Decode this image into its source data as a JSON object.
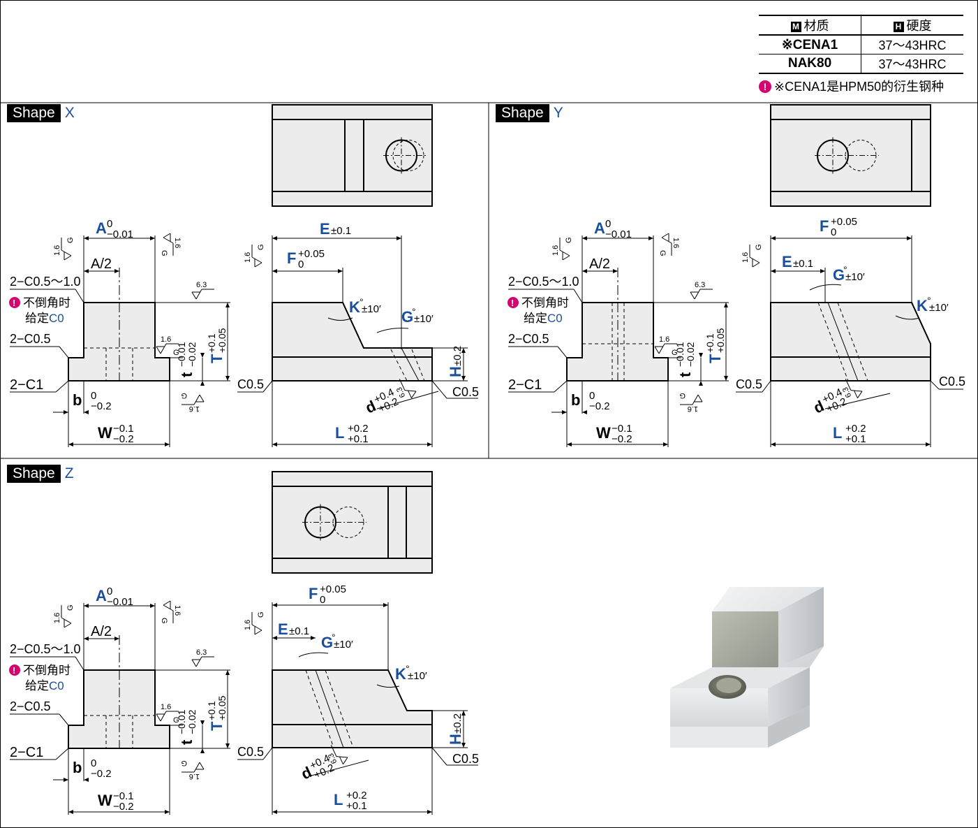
{
  "material_table": {
    "header": {
      "material_box": "M",
      "material": "材质",
      "hardness_box": "H",
      "hardness": "硬度"
    },
    "rows": [
      {
        "material": "※CENA1",
        "hardness": "37～43HRC"
      },
      {
        "material": "NAK80",
        "hardness": "37～43HRC"
      }
    ],
    "note": "※CENA1是HPM50的衍生钢种"
  },
  "shapes": [
    {
      "tag": "Shape",
      "letter": "X"
    },
    {
      "tag": "Shape",
      "letter": "Y"
    },
    {
      "tag": "Shape",
      "letter": "Z"
    }
  ],
  "annotations": {
    "chamfer_range": "2−C0.5～1.0",
    "no_chamfer_1": "不倒角时",
    "no_chamfer_2": "给定",
    "c0": "C0",
    "c05": "2−C0.5",
    "c1": "2−C1",
    "c05_single": "C0.5",
    "a_half": "A/2",
    "rough_16": "1.6",
    "rough_63": "6.3",
    "g": "G"
  },
  "dimensions": {
    "A": {
      "sym": "A",
      "upper": "0",
      "lower": "−0.01"
    },
    "b": {
      "sym": "b",
      "upper": "0",
      "lower": "−0.2"
    },
    "W": {
      "sym": "W",
      "upper": "−0.1",
      "lower": "−0.2"
    },
    "T": {
      "sym": "T",
      "upper": "+0.1",
      "lower": "+0.05"
    },
    "t": {
      "sym": "t",
      "upper": "−0.01",
      "lower": "−0.02"
    },
    "E": {
      "sym": "E",
      "tol": "±0.1"
    },
    "F": {
      "sym": "F",
      "upper": "+0.05",
      "lower": "0"
    },
    "G": {
      "sym": "G",
      "deg": "°",
      "tol": "±10′"
    },
    "K": {
      "sym": "K",
      "deg": "°",
      "tol": "±10′"
    },
    "H": {
      "sym": "H",
      "tol": "±0.2"
    },
    "d": {
      "sym": "d",
      "upper": "+0.4",
      "lower": "+0.2"
    },
    "L": {
      "sym": "L",
      "upper": "+0.2",
      "lower": "+0.1"
    }
  },
  "colors": {
    "accent_blue": "#1a4f9c",
    "part_fill": "#ececec",
    "warning_magenta": "#d6006f"
  }
}
